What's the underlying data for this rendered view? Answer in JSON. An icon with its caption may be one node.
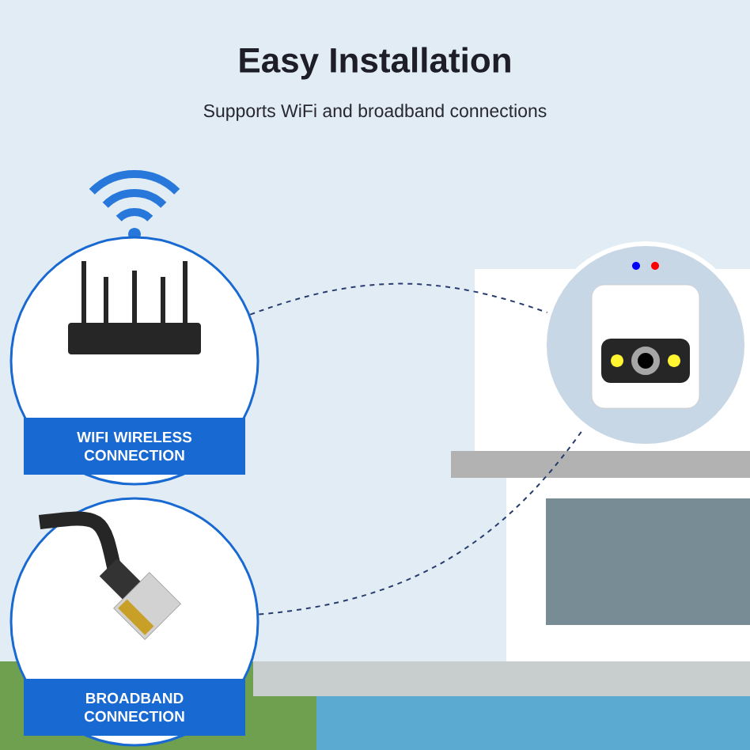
{
  "diagram": {
    "title": "Easy Installation",
    "caption": "Supports WiFi and broadband connections",
    "nodes": [
      {
        "text": [
          "WIFI WIRELESS CONNECTION"
        ]
      },
      {
        "text": [
          "BROADBAND CONNECTION"
        ]
      },
      {
        "text": [],
        "shape": "picture"
      }
    ],
    "edges": [
      {
        "from": 0,
        "to": 2,
        "arrow": "none",
        "style": "dashed"
      },
      {
        "from": 1,
        "to": 2,
        "arrow": "none",
        "style": "dashed"
      }
    ]
  }
}
